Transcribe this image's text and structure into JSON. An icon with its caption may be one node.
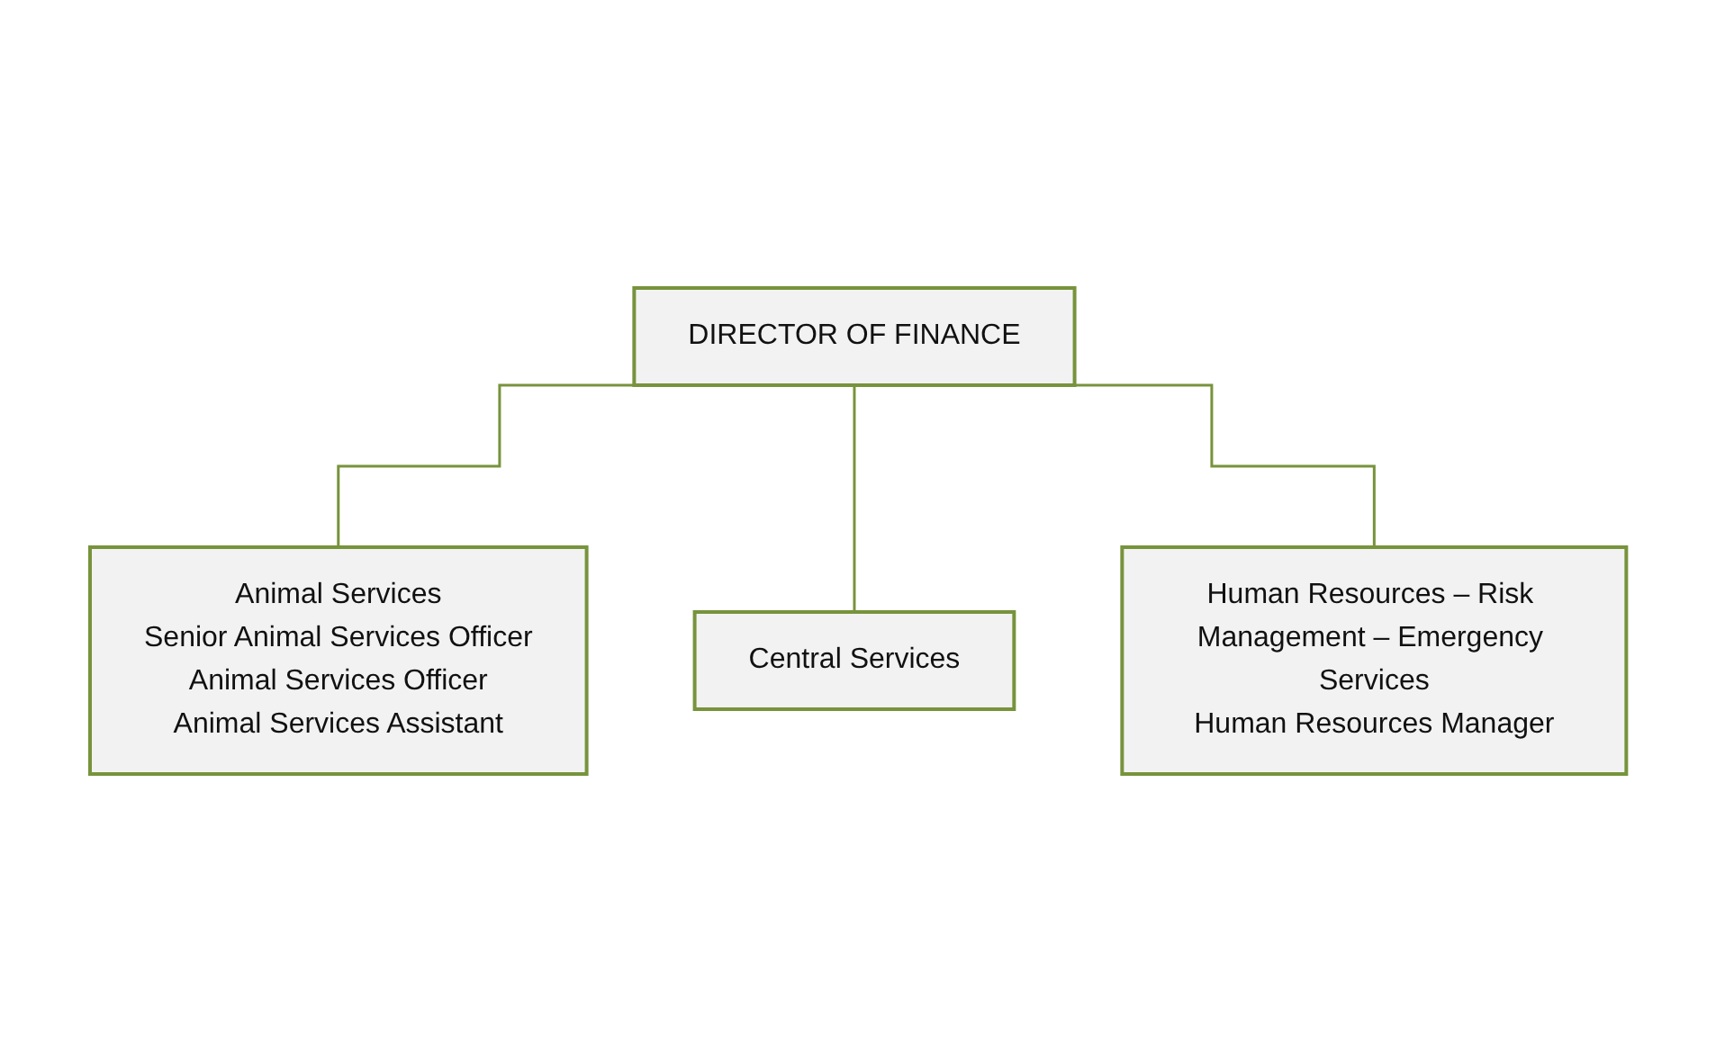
{
  "diagram": {
    "nodes": [
      {
        "text": [
          "DIRECTOR OF FINANCE"
        ]
      },
      {
        "text": [
          "Animal Services",
          "Senior Animal Services Officer",
          "Animal Services Officer",
          "Animal Services Assistant"
        ]
      },
      {
        "text": [
          "Central Services"
        ]
      },
      {
        "text": [
          "Human Resources – Risk Management – Emergency Services",
          "Human Resources Manager"
        ]
      }
    ],
    "edges": [
      {
        "from": 0,
        "to": 1,
        "arrow": "none"
      },
      {
        "from": 0,
        "to": 2,
        "arrow": "none"
      },
      {
        "from": 0,
        "to": 3,
        "arrow": "none"
      }
    ]
  }
}
